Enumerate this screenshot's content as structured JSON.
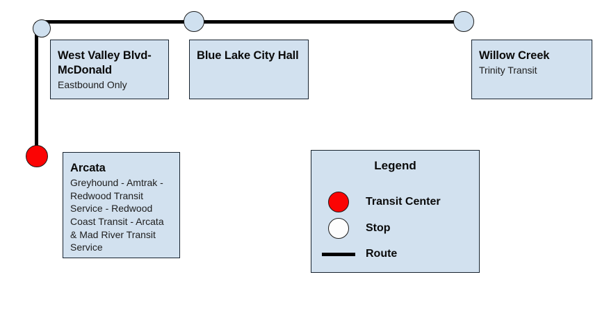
{
  "diagram": {
    "type": "transit-route-map",
    "background_color": "#ffffff",
    "route_color": "#010101",
    "box_fill_color": "#d2e1ef",
    "box_border_color": "#16222e",
    "stop_fill_color": "#cfe0ef",
    "transit_center_color": "#fb0404"
  },
  "stations": [
    {
      "node_name": "west-valley-blvd-mcdonald",
      "marker": "stop",
      "title": "West Valley Blvd-McDonald",
      "subtitle": "Eastbound Only"
    },
    {
      "node_name": "blue-lake-city-hall",
      "marker": "stop",
      "title": "Blue Lake City Hall",
      "subtitle": ""
    },
    {
      "node_name": "willow-creek",
      "marker": "stop",
      "title": "Willow Creek",
      "subtitle": "Trinity Transit"
    },
    {
      "node_name": "arcata",
      "marker": "transit-center",
      "title": "Arcata",
      "subtitle": "Greyhound - Amtrak - Redwood Transit Service - Redwood Coast Transit - Arcata & Mad River Transit Service"
    }
  ],
  "legend": {
    "title": "Legend",
    "items": [
      {
        "symbol": "red-filled-circle",
        "label": "Transit Center"
      },
      {
        "symbol": "white-outline-circle",
        "label": "Stop"
      },
      {
        "symbol": "black-line",
        "label": "Route"
      }
    ]
  }
}
